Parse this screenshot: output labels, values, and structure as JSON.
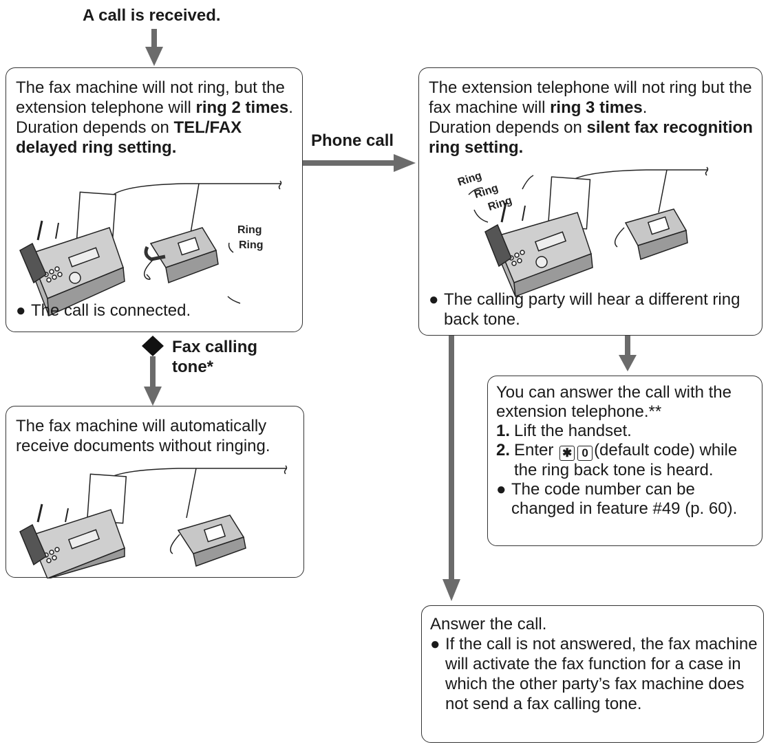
{
  "start": {
    "label": "A call is received."
  },
  "box_left_top": {
    "p1_a": "The fax machine will not ring, but the extension telephone will ",
    "p1_b": "ring 2 times",
    "p1_c": ".",
    "p2_a": "Duration depends on ",
    "p2_b": "TEL/FAX delayed ring setting.",
    "bullet": "The call is connected.",
    "ring_1": "Ring",
    "ring_2": "Ring"
  },
  "arrow_phone_call": {
    "label": "Phone call"
  },
  "arrow_fax_tone": {
    "label_1": "Fax calling",
    "label_2": "tone*"
  },
  "box_left_bottom": {
    "text": "The fax machine will automatically receive documents without ringing."
  },
  "box_right_top": {
    "p1_a": "The extension telephone will not ring but the fax machine will ",
    "p1_b": "ring 3 times",
    "p1_c": ".",
    "p2_a": "Duration depends on ",
    "p2_b": "silent fax recognition ring setting.",
    "bullet": "The calling party will hear a different ring back tone.",
    "ring_1": "Ring",
    "ring_2": "Ring",
    "ring_3": "Ring"
  },
  "box_right_mid": {
    "intro": "You can answer the call with the extension telephone.**",
    "step1_num": "1.",
    "step1_text": "Lift the handset.",
    "step2_num": "2.",
    "step2_a": "Enter",
    "key_star": "✱",
    "key_zero": "0",
    "step2_b": "(default code) while the ring back tone is heard.",
    "bullet": "The code number can be changed in feature #49 (p. 60)."
  },
  "box_right_bottom": {
    "intro": "Answer the call.",
    "bullet": "If the call is not answered, the fax machine will activate the fax function for a case in which the other party’s fax machine does not send a fax calling tone."
  },
  "colors": {
    "arrow": "#6b6b6b",
    "border": "#333333"
  }
}
